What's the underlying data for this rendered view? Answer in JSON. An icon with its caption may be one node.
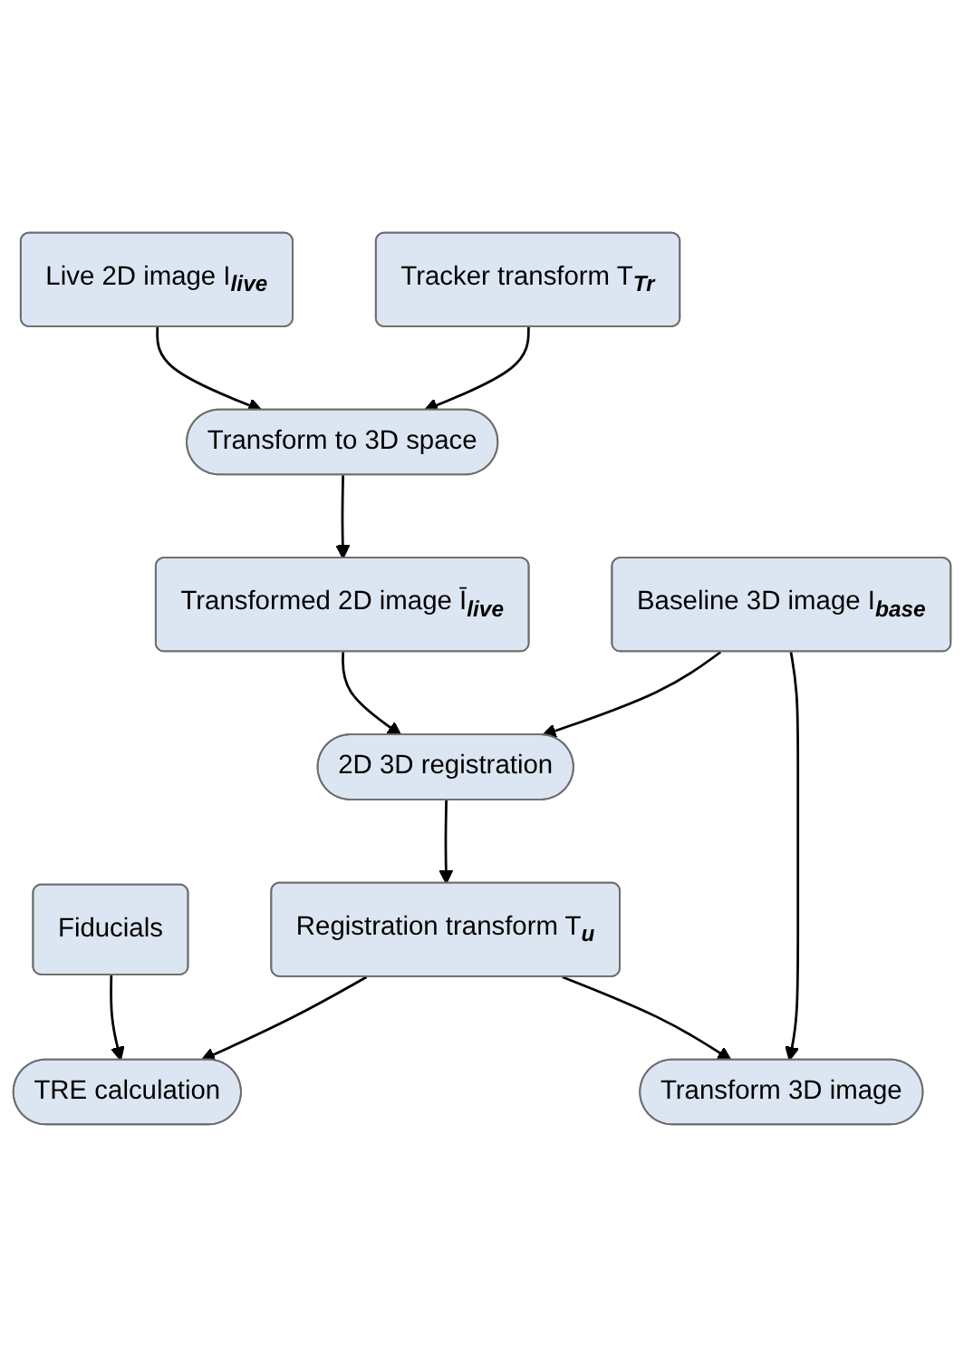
{
  "diagram": {
    "nodes": [
      {
        "text": [
          "Live 2D image I$_{live}$"
        ]
      },
      {
        "text": [
          "Tracker transform T$_{Tr}$"
        ]
      },
      {
        "text": [
          "Transform to 3D space"
        ]
      },
      {
        "text": [
          "Transformed 2D image Ī$_{live}$"
        ]
      },
      {
        "text": [
          "Baseline 3D image I$_{base}$"
        ]
      },
      {
        "text": [
          "2D 3D registration"
        ]
      },
      {
        "text": [
          "Fiducials"
        ]
      },
      {
        "text": [
          "Registration transform T$_{u}$"
        ]
      },
      {
        "text": [
          "TRE calculation"
        ]
      },
      {
        "text": [
          "Transform 3D image"
        ]
      }
    ],
    "edges": [
      {
        "from": 0,
        "to": 2,
        "arrow": "to"
      },
      {
        "from": 1,
        "to": 2,
        "arrow": "to"
      },
      {
        "from": 2,
        "to": 3,
        "arrow": "to"
      },
      {
        "from": 3,
        "to": 5,
        "arrow": "to"
      },
      {
        "from": 4,
        "to": 5,
        "arrow": "to"
      },
      {
        "from": 4,
        "to": 9,
        "arrow": "to"
      },
      {
        "from": 5,
        "to": 7,
        "arrow": "to"
      },
      {
        "from": 6,
        "to": 8,
        "arrow": "to"
      },
      {
        "from": 7,
        "to": 8,
        "arrow": "to"
      },
      {
        "from": 7,
        "to": 9,
        "arrow": "to"
      }
    ]
  }
}
